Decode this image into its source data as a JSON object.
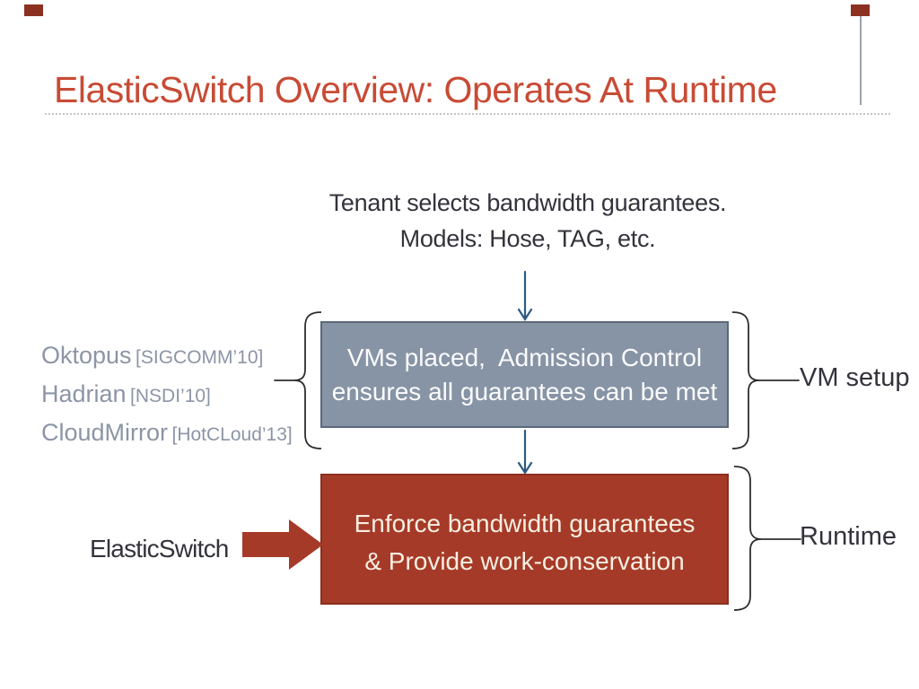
{
  "slide": {
    "title": "ElasticSwitch Overview: Operates At Runtime",
    "intro": {
      "line1": "Tenant selects bandwidth guarantees.",
      "line2": "Models: Hose, TAG, etc."
    },
    "references": [
      {
        "name": "Oktopus",
        "venue": "[SIGCOMM’10]"
      },
      {
        "name": "Hadrian",
        "venue": "[NSDI’10]"
      },
      {
        "name": "CloudMirror",
        "venue": "[HotCLoud’13]"
      }
    ],
    "vm_setup_box": {
      "line1": "VMs placed,  Admission Control",
      "line2": "ensures all guarantees can be met"
    },
    "vm_setup_label": "VM setup",
    "runtime_box": {
      "line1": "Enforce bandwidth guarantees",
      "line2": "& Provide work-conservation"
    },
    "runtime_label": "Runtime",
    "elasticswitch_label": "ElasticSwitch",
    "colors": {
      "title_red": "#C84B35",
      "accent_red": "#A63A28",
      "box_gray": "#8794A6",
      "text_dark": "#33333C",
      "references_gray": "#8C95A6",
      "arrow_blue": "#2E5A82",
      "corner_square_red": "#8C3122"
    }
  }
}
